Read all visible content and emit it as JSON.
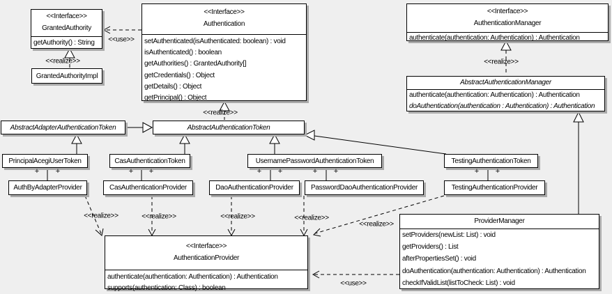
{
  "labels": {
    "realize": "<<realize>>",
    "use": "<<use>>",
    "plus": "+"
  },
  "classes": {
    "granted_authority": {
      "stereotype": "<<Interface>>",
      "name": "GrantedAuthority",
      "methods": [
        "getAuthority() : String"
      ]
    },
    "granted_authority_impl": {
      "name": "GrantedAuthorityImpl"
    },
    "authentication": {
      "stereotype": "<<Interface>>",
      "name": "Authentication",
      "methods": [
        "setAuthenticated(isAuthenticated: boolean) : void",
        "isAuthenticated() : boolean",
        "getAuthorities() : GrantedAuthority[]",
        "getCredentials() : Object",
        "getDetails() : Object",
        "getPrincipal() : Object"
      ]
    },
    "authentication_manager": {
      "stereotype": "<<Interface>>",
      "name": "AuthenticationManager",
      "methods": [
        "authenticate(authentication: Authentication) : Authentication"
      ]
    },
    "abstract_authentication_manager": {
      "name": "AbstractAuthenticationManager",
      "methods": [
        "authenticate(authentication: Authentication) : Authentication",
        "doAuthentication(authentication : Authentication) : Authentication"
      ]
    },
    "abstract_adapter_authentication_token": {
      "name": "AbstractAdapterAuthenticationToken"
    },
    "abstract_authentication_token": {
      "name": "AbstractAuthenticationToken"
    },
    "principal_acegi_user_token": {
      "name": "PrincipalAcegiUserToken"
    },
    "cas_authentication_token": {
      "name": "CasAuthenticationToken"
    },
    "username_password_authentication_token": {
      "name": "UsernamePasswordAuthenticationToken"
    },
    "testing_authentication_token": {
      "name": "TestingAuthenticationToken"
    },
    "auth_by_adapter_provider": {
      "name": "AuthByAdapterProvider"
    },
    "cas_authentication_provider": {
      "name": "CasAuthenticationProvider"
    },
    "dao_authentication_provider": {
      "name": "DaoAuthenticationProvider"
    },
    "password_dao_authentication_provider": {
      "name": "PasswordDaoAuthenticationProvider"
    },
    "testing_authentication_provider": {
      "name": "TestingAuthenticationProvider"
    },
    "authentication_provider": {
      "stereotype": "<<Interface>>",
      "name": "AuthenticationProvider",
      "methods": [
        "authenticate(authentication: Authentication) : Authentication",
        "supports(authentication: Class) : boolean"
      ]
    },
    "provider_manager": {
      "name": "ProviderManager",
      "methods": [
        "setProviders(newList: List) : void",
        "getProviders() : List",
        "afterPropertiesSet() : void",
        "doAuthentication(authentication: Authentication) : Authentication",
        "checkIfValidList(listToCheck: List) : void"
      ]
    }
  },
  "colors": {
    "background": "#efefef",
    "box_fill": "#ffffff",
    "line": "#000000",
    "shadow": "#aaaaaa"
  }
}
